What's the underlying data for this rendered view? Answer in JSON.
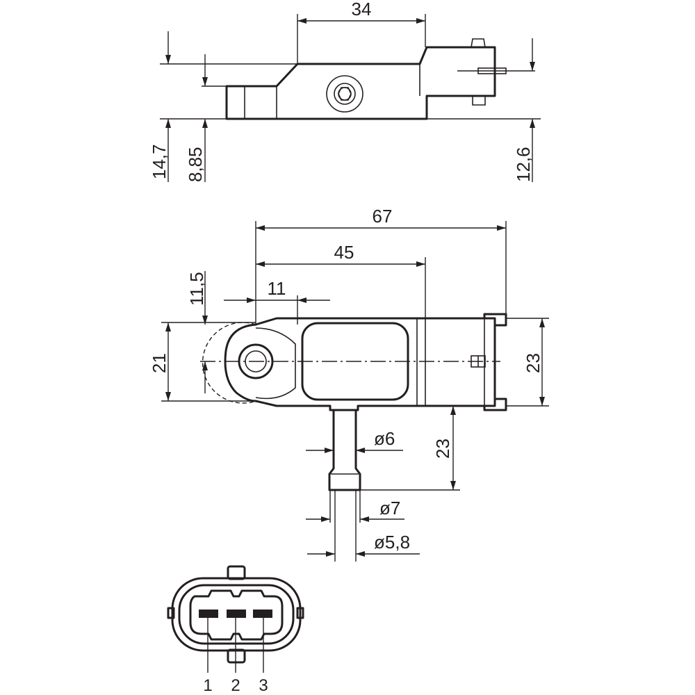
{
  "side_view": {
    "dim_length": "34",
    "dim_height_total": "14,7",
    "dim_height_mid": "8,85",
    "dim_height_right": "12,6"
  },
  "top_view": {
    "dim_overall": "67",
    "dim_body": "45",
    "dim_hole_offset": "11",
    "dim_hole_height": "11,5",
    "dim_width_left": "21",
    "dim_width_right": "23",
    "dim_pipe_length": "23",
    "dim_pipe_dia": "ø6",
    "dim_tip_dia": "ø7",
    "dim_bore_dia": "ø5,8"
  },
  "connector": {
    "pins": [
      "1",
      "2",
      "3"
    ]
  }
}
